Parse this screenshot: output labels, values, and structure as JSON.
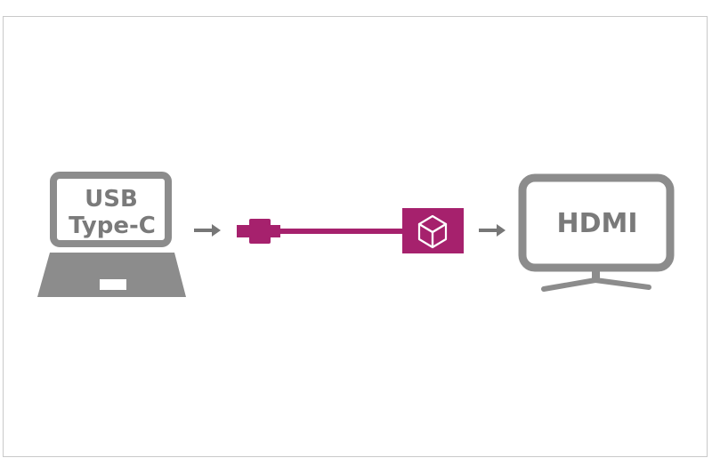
{
  "source": {
    "label_line1": "USB",
    "label_line2": "Type-C"
  },
  "adapter": {
    "icon": "cube-icon"
  },
  "target": {
    "label": "HDMI"
  },
  "arrows": {
    "icon": "arrow-right-icon"
  },
  "colors": {
    "device_gray": "#8c8c8c",
    "accent": "#a6216d",
    "arrow_gray": "#777777",
    "frame_border": "#c9c9c9"
  }
}
